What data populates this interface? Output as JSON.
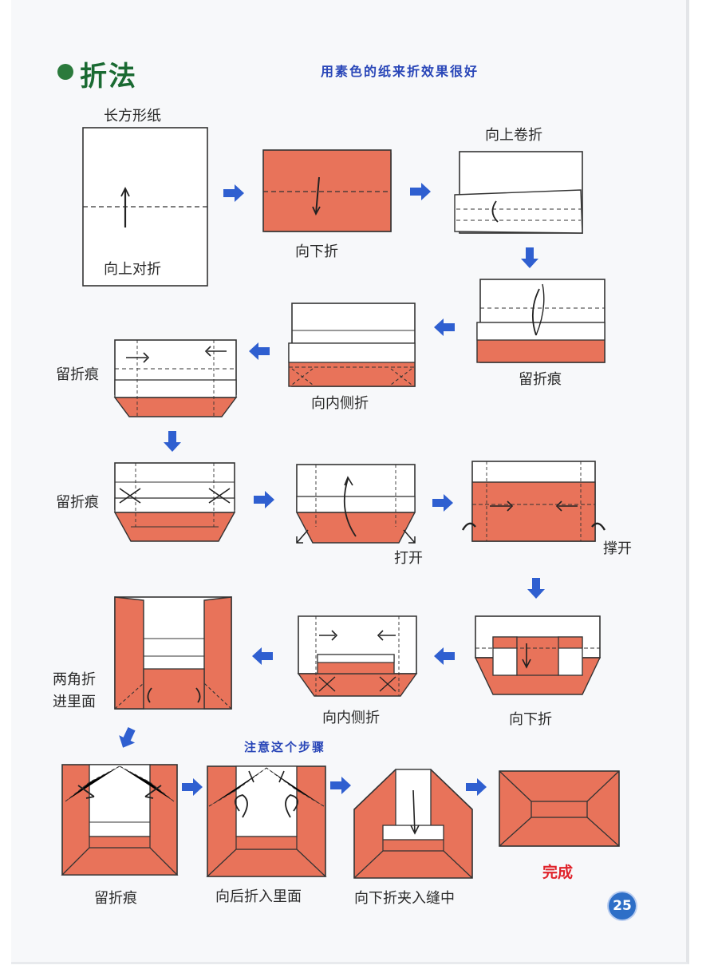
{
  "heading": {
    "title": "折法",
    "tip": "用素色的纸来折效果很好"
  },
  "labels": {
    "paper": "长方形纸",
    "fold_up_half": "向上对折",
    "fold_down": "向下折",
    "roll_fold_up": "向上卷折",
    "crease_1": "留折痕",
    "crease_2": "留折痕",
    "inside_fold_1": "向内侧折",
    "crease_3": "留折痕",
    "open": "打开",
    "spread_open": "撑开",
    "fold_down_2": "向下折",
    "inside_fold_2": "向内侧折",
    "corners_line1": "两角折",
    "corners_line2": "进里面",
    "crease_4": "留折痕",
    "fold_back_inside": "向后折入里面",
    "tuck_in_seam": "向下折夹入缝中",
    "finished": "完成"
  },
  "attention": "注意这个步骤",
  "page_number": "25",
  "colors": {
    "paper_color": "#e8735a",
    "arrow": "#2f5fd0",
    "title": "#1a6a32",
    "tip": "#2946b8",
    "done": "#e0222a"
  }
}
